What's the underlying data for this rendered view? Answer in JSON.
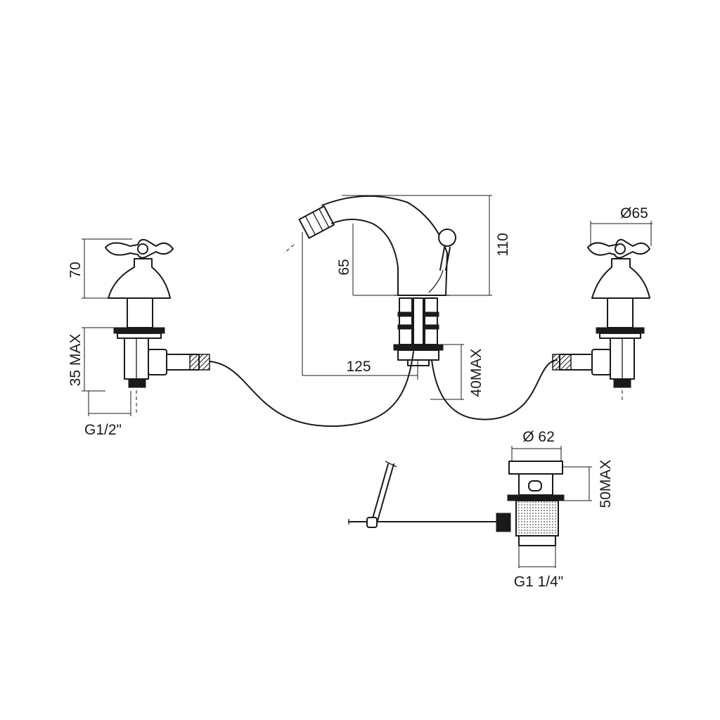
{
  "dimensions": {
    "left_handle_height": "70",
    "left_mount_max": "35 MAX",
    "left_connection": "G1/2\"",
    "spout_height": "110",
    "spout_outlet_height": "65",
    "spout_reach": "125",
    "spout_mount_max": "40MAX",
    "right_handle_diameter": "Ø65",
    "waste_diameter": "Ø 62",
    "waste_height_max": "50MAX",
    "waste_connection": "G1 1/4\""
  }
}
